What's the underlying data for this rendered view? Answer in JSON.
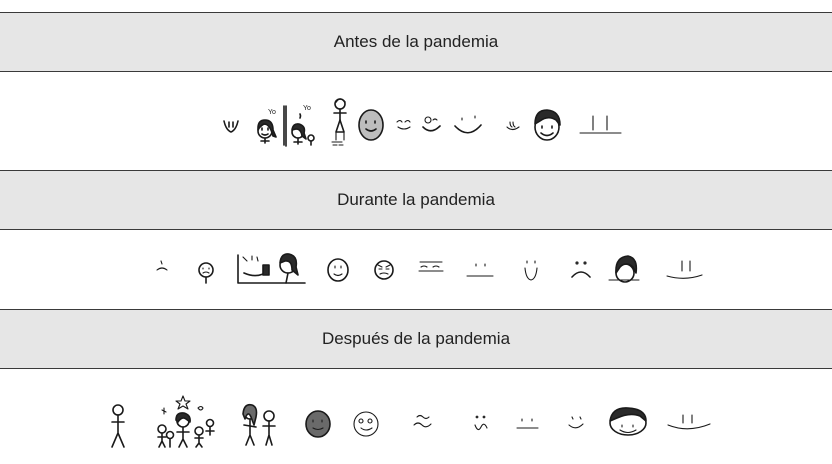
{
  "sections": [
    {
      "title": "Antes de la pandemia",
      "drawings": [
        "smile-drawing",
        "girl-yo-drawing",
        "two-figures-yo-drawing",
        "stick-girl-drawing",
        "grey-face-drawing",
        "small-smile-drawing",
        "wink-smile-drawing",
        "big-smile-drawing",
        "tiny-smile-drawing",
        "dark-hair-face-drawing",
        "line-smile-drawing"
      ],
      "labels": [
        "Yo",
        "Yo"
      ]
    },
    {
      "title": "Durante la pandemia",
      "drawings": [
        "sad-mouth-drawing",
        "sad-face-stick-drawing",
        "phone-scene-drawing",
        "neutral-face-drawing",
        "angry-face-drawing",
        "tired-eyes-drawing",
        "flat-mouth-drawing",
        "open-mouth-drawing",
        "frown-drawing",
        "hair-face-drawing",
        "line-smile-drawing"
      ]
    },
    {
      "title": "Después de la pandemia",
      "drawings": [
        "stick-figure-drawing",
        "family-stars-drawing",
        "two-people-drawing",
        "dark-face-drawing",
        "round-face-drawing",
        "squiggle-face-drawing",
        "open-mouth-drawing",
        "dash-smile-drawing",
        "small-smile-drawing",
        "dark-hair-smile-drawing",
        "line-smile-drawing"
      ]
    }
  ]
}
